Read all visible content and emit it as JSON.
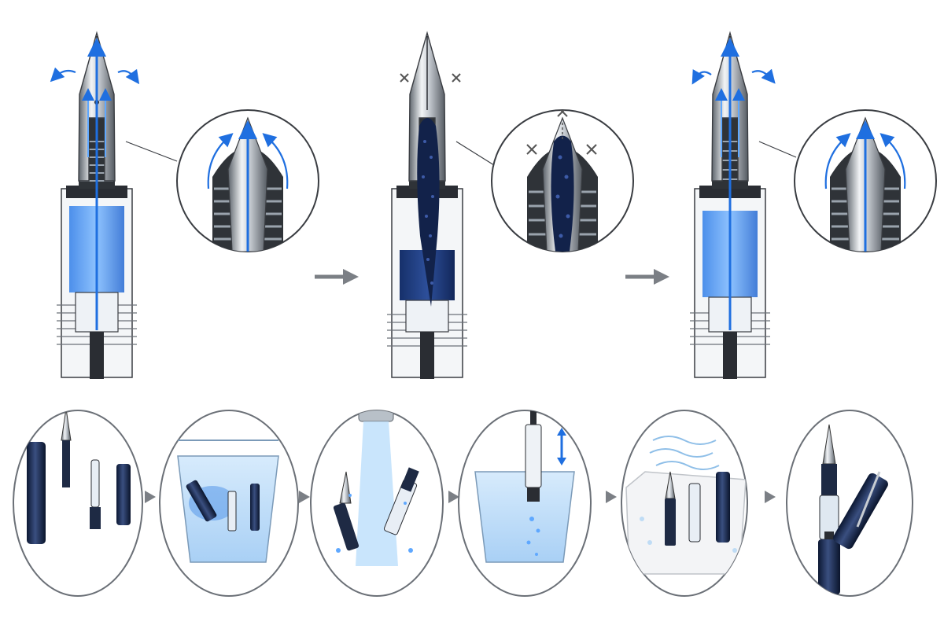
{
  "figure": {
    "description_text": "",
    "colors": {
      "ink_blue": "#1f6fe0",
      "ink_light": "#5fa8ff",
      "ink_dark": "#0f2a5e",
      "clog": "#12224a",
      "steel": "#9aa3ad",
      "outline": "#3a3d42",
      "arrow_gray": "#7b7f85",
      "water": "#cfe6fb"
    },
    "top_row": {
      "panels": [
        {
          "state": "flowing",
          "icon": "nib-flow-icon"
        },
        {
          "state": "clogged",
          "icon": "nib-clog-icon"
        },
        {
          "state": "restored",
          "icon": "nib-flow-icon"
        }
      ],
      "arrows": [
        "step-arrow-icon",
        "step-arrow-icon"
      ]
    },
    "bottom_row": {
      "steps": [
        {
          "step": "disassemble",
          "icon": "disassembled-pen-icon"
        },
        {
          "step": "soak",
          "icon": "soak-glass-icon"
        },
        {
          "step": "rinse",
          "icon": "faucet-rinse-icon"
        },
        {
          "step": "flush",
          "icon": "syringe-flush-icon"
        },
        {
          "step": "dry",
          "icon": "towel-dry-icon"
        },
        {
          "step": "reassemble",
          "icon": "assembled-pen-icon"
        }
      ],
      "arrow_icon": "step-arrow-icon"
    }
  }
}
